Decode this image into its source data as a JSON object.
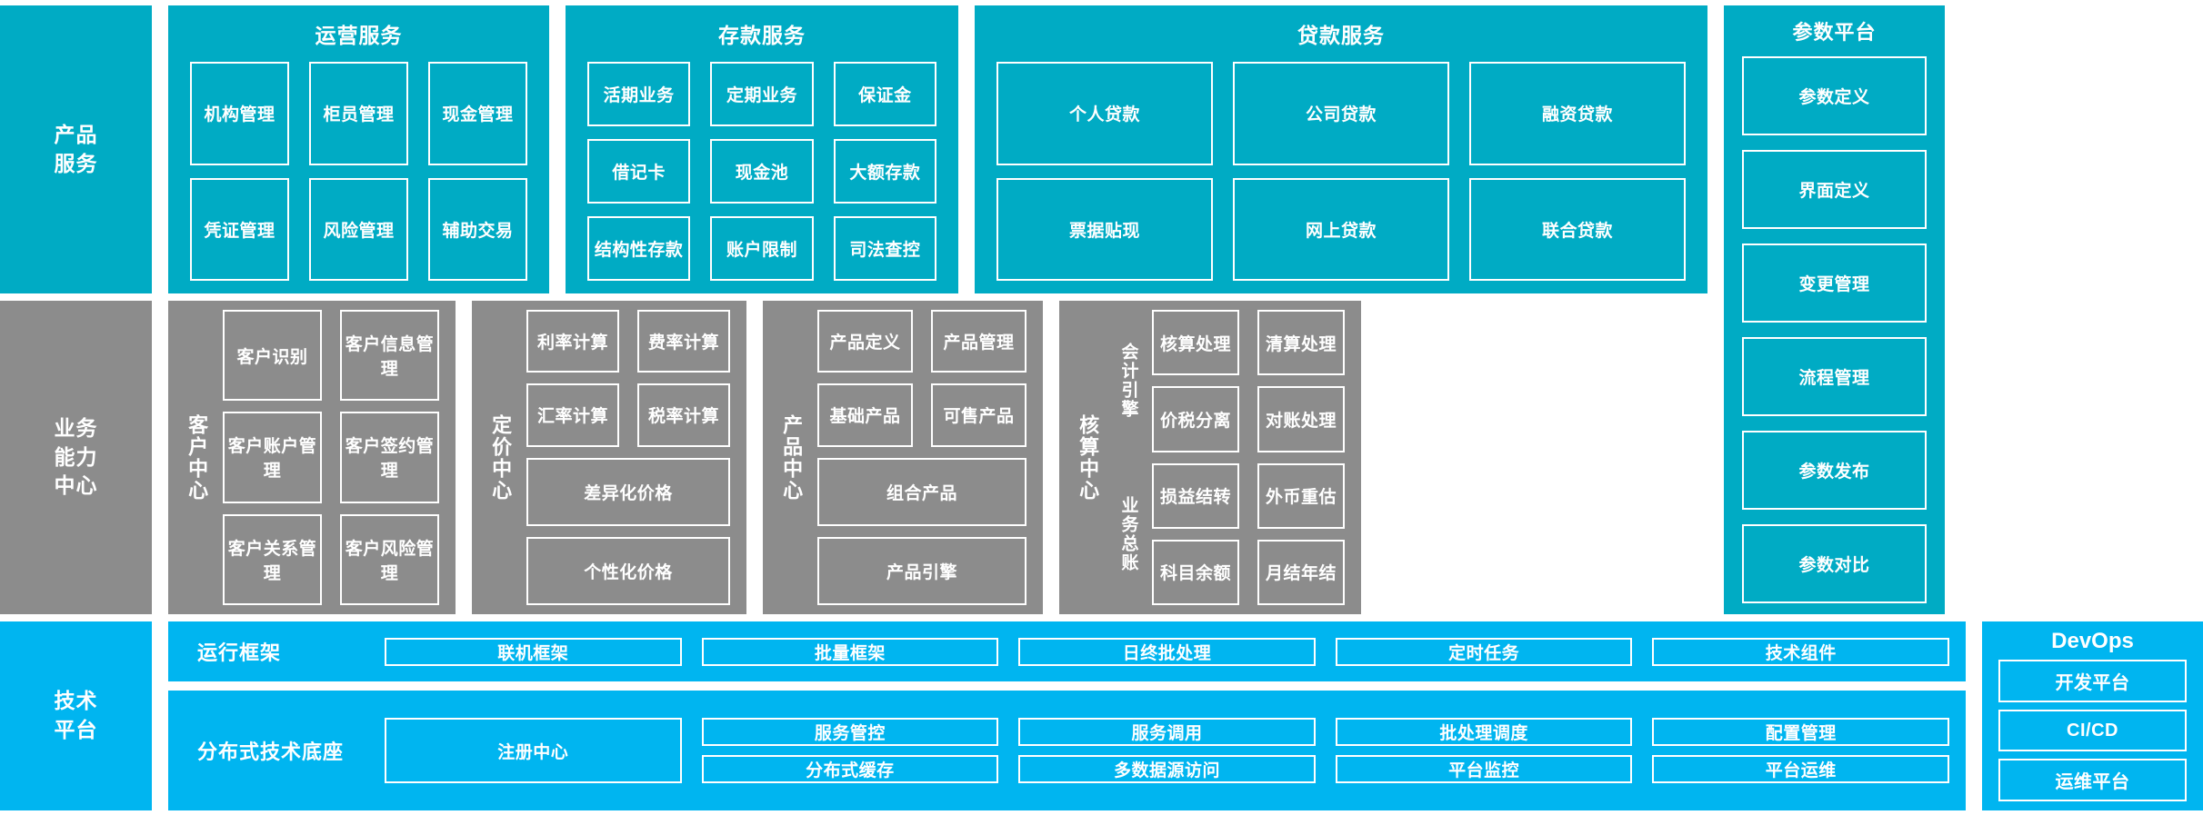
{
  "rows": {
    "product_service": {
      "stage_label": "产品\n服务",
      "stage_label_lines": [
        "产品",
        "服务"
      ],
      "groups": [
        {
          "title": "运营服务",
          "items": [
            "机构管理",
            "柜员管理",
            "现金管理",
            "凭证管理",
            "风险管理",
            "辅助交易"
          ]
        },
        {
          "title": "存款服务",
          "items": [
            "活期业务",
            "定期业务",
            "保证金",
            "借记卡",
            "现金池",
            "大额存款",
            "结构性存款",
            "账户限制",
            "司法查控"
          ]
        },
        {
          "title": "贷款服务",
          "items": [
            "个人贷款",
            "公司贷款",
            "融资贷款",
            "票据贴现",
            "网上贷款",
            "联合贷款"
          ]
        }
      ]
    },
    "business_capability": {
      "stage_label_lines": [
        "业务",
        "能力",
        "中心"
      ],
      "centers": [
        {
          "label": "客户中心",
          "grid": [
            "客户识别",
            "客户信息管理",
            "客户账户管理",
            "客户签约管理",
            "客户关系管理",
            "客户风险管理"
          ],
          "full_rows": []
        },
        {
          "label": "定价中心",
          "grid": [
            "利率计算",
            "费率计算",
            "汇率计算",
            "税率计算"
          ],
          "full_rows": [
            "差异化价格",
            "个性化价格"
          ]
        },
        {
          "label": "产品中心",
          "grid": [
            "产品定义",
            "产品管理",
            "基础产品",
            "可售产品"
          ],
          "full_rows": [
            "组合产品",
            "产品引擎"
          ]
        },
        {
          "label": "核算中心",
          "subgroups": [
            {
              "label": "会计引擎",
              "grid": [
                "核算处理",
                "清算处理",
                "价税分离",
                "对账处理"
              ]
            },
            {
              "label": "业务总账",
              "grid": [
                "损益结转",
                "外币重估",
                "科目余额",
                "月结年结"
              ]
            }
          ]
        }
      ]
    },
    "tech_platform": {
      "stage_label_lines": [
        "技术",
        "平台"
      ],
      "strips": [
        {
          "label": "运行框架",
          "items": [
            "联机框架",
            "批量框架",
            "日终批处理",
            "定时任务",
            "技术组件"
          ]
        },
        {
          "label": "分布式技术底座",
          "anchor": "注册中心",
          "items_top": [
            "服务管控",
            "服务调用",
            "批处理调度",
            "配置管理"
          ],
          "items_bottom": [
            "分布式缓存",
            "多数据源访问",
            "平台监控",
            "平台运维"
          ]
        }
      ]
    }
  },
  "param_platform": {
    "title": "参数平台",
    "items": [
      "参数定义",
      "界面定义",
      "变更管理",
      "流程管理",
      "参数发布",
      "参数对比"
    ]
  },
  "devops": {
    "title": "DevOps",
    "items": [
      "开发平台",
      "CI/CD",
      "运维平台"
    ]
  },
  "colors": {
    "teal": "#00ABC4",
    "gray": "#8C8C8C",
    "bright_blue": "#00B5F0",
    "border": "#FFFFFF"
  }
}
